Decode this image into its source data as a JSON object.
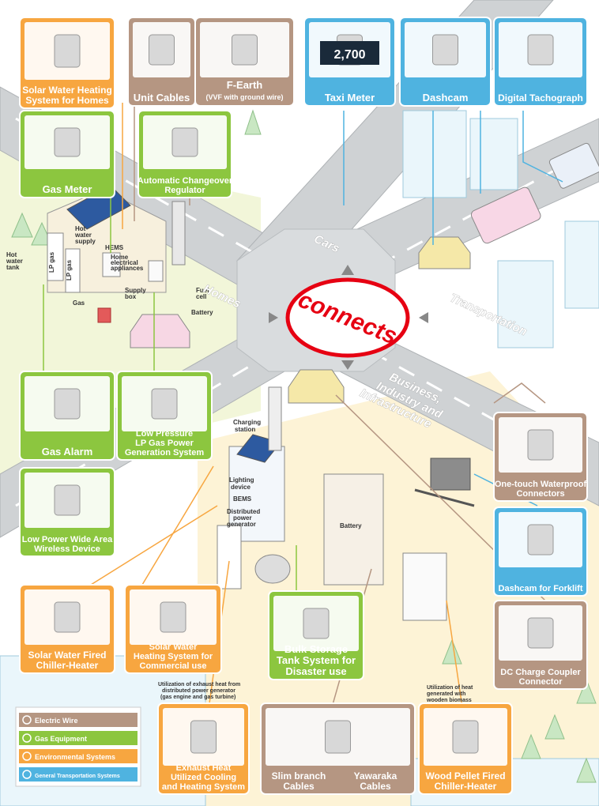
{
  "center_label": "connects",
  "zones": {
    "cars": "Cars",
    "homes": "Homes",
    "transportation": "Transportation",
    "business_l1": "Business,",
    "business_l2": "Industry and",
    "business_l3": "Infrastructure"
  },
  "cards": {
    "solar_home": {
      "l1": "Solar Water Heating",
      "l2": "System for Homes"
    },
    "unit_cables": {
      "l1": "Unit Cables"
    },
    "f_earth": {
      "l1": "F-Earth",
      "l2": "(VVF with ground wire)"
    },
    "taxi_meter": {
      "l1": "Taxi Meter",
      "display": "2,700"
    },
    "dashcam": {
      "l1": "Dashcam"
    },
    "tachograph": {
      "l1": "Digital Tachograph"
    },
    "gas_meter": {
      "l1": "Gas Meter"
    },
    "regulator": {
      "l1": "Automatic Changeover",
      "l2": "Regulator"
    },
    "gas_alarm": {
      "l1": "Gas Alarm"
    },
    "lp_gas": {
      "l1": "Low Pressure",
      "l2": "LP Gas Power",
      "l3": "Generation System"
    },
    "lpwa": {
      "l1": "Low Power Wide Area",
      "l2": "Wireless Device"
    },
    "waterproof": {
      "l1": "One-touch Waterproof",
      "l2": "Connectors"
    },
    "dashcam_fork": {
      "l1": "Dashcam for Forklift"
    },
    "dc_coupler": {
      "l1": "DC Charge Coupler",
      "l2": "Connector"
    },
    "chiller_solar": {
      "l1": "Solar Water Fired",
      "l2": "Chiller-Heater"
    },
    "solar_comm": {
      "l1": "Solar Water",
      "l2": "Heating System for",
      "l3": "Commercial use"
    },
    "bulk_tank": {
      "l1": "Bulk Storage",
      "l2": "Tank System for",
      "l3": "Disaster use"
    },
    "exhaust": {
      "l1": "Exhaust Heat",
      "l2": "Utilized Cooling",
      "l3": "and Heating System"
    },
    "slim": {
      "l1": "Slim branch",
      "l2": "Cables"
    },
    "yawaraka": {
      "l1": "Yawaraka",
      "l2": "Cables"
    },
    "pellet": {
      "l1": "Wood Pellet Fired",
      "l2": "Chiller-Heater"
    }
  },
  "house_labels": {
    "hot_water_supply_1": "Hot",
    "hot_water_supply_2": "water",
    "hot_water_supply_3": "supply",
    "hot_water_tank_1": "Hot",
    "hot_water_tank_2": "water",
    "hot_water_tank_3": "tank",
    "hems": "HEMS",
    "home_app_1": "Home",
    "home_app_2": "electrical",
    "home_app_3": "appliances",
    "lp_gas_1": "LP gas",
    "lp_gas_2": "LP gas",
    "gas": "Gas",
    "supply_box_1": "Supply",
    "supply_box_2": "box",
    "fuel_cell_1": "Fuel",
    "fuel_cell_2": "cell",
    "battery": "Battery"
  },
  "business_labels": {
    "charging_1": "Charging",
    "charging_2": "station",
    "lighting_1": "Lighting",
    "lighting_2": "device",
    "bems": "BEMS",
    "dpg_1": "Distributed",
    "dpg_2": "power",
    "dpg_3": "generator",
    "battery": "Battery"
  },
  "notes": {
    "exhaust_1": "Utilization of exhaust heat from",
    "exhaust_2": "distributed power generator",
    "exhaust_3": "(gas engine and gas turbine)",
    "biomass_1": "Utilization of heat",
    "biomass_2": "generated with",
    "biomass_3": "wooden  biomass"
  },
  "legend": [
    {
      "label": "Electric Wire",
      "color": "#b59682"
    },
    {
      "label": "Gas Equipment",
      "color": "#8cc63f"
    },
    {
      "label": "Environmental Systems",
      "color": "#f7a640"
    },
    {
      "label": "General Transportation Systems",
      "color": "#4fb3e0"
    }
  ],
  "colors": {
    "electric": "#b59682",
    "gas": "#8cc63f",
    "env": "#f7a640",
    "transport": "#4fb3e0",
    "accent": "#e60012"
  }
}
